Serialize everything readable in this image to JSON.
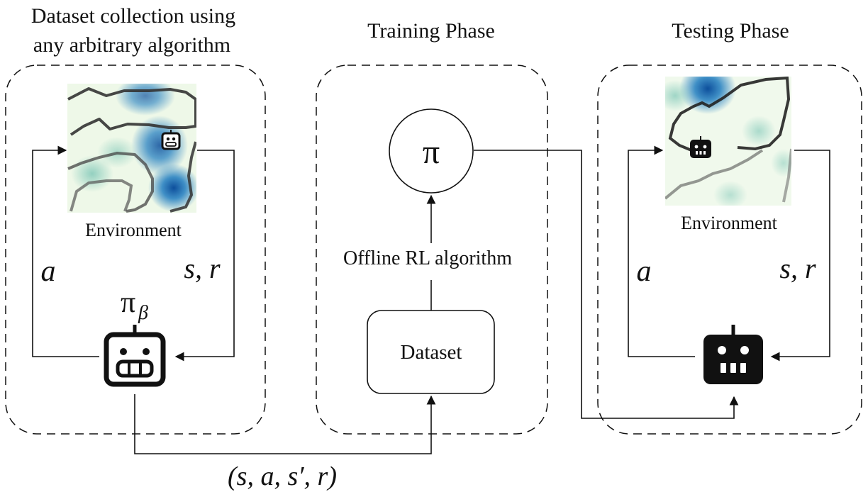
{
  "collection": {
    "title_line1": "Dataset collection using",
    "title_line2": "any arbitrary algorithm",
    "env_label": "Environment",
    "action_label": "a",
    "state_reward_label": "s, r",
    "policy_label_base": "π",
    "policy_label_sub": "β"
  },
  "training": {
    "title": "Training Phase",
    "policy_symbol": "π",
    "algo_label": "Offline RL algorithm",
    "dataset_label": "Dataset"
  },
  "testing": {
    "title": "Testing Phase",
    "env_label": "Environment",
    "action_label": "a",
    "state_reward_label": "s, r"
  },
  "transition_label": "(s, a, s′, r)",
  "colors": {
    "line": "#111111",
    "heat_low": "#f0f9ec",
    "heat_mid": "#7fc4c0",
    "heat_high": "#1a5fa8",
    "path": "#333333"
  },
  "icons": {
    "robot_outline": "robot-outline-icon",
    "robot_filled": "robot-filled-icon"
  }
}
